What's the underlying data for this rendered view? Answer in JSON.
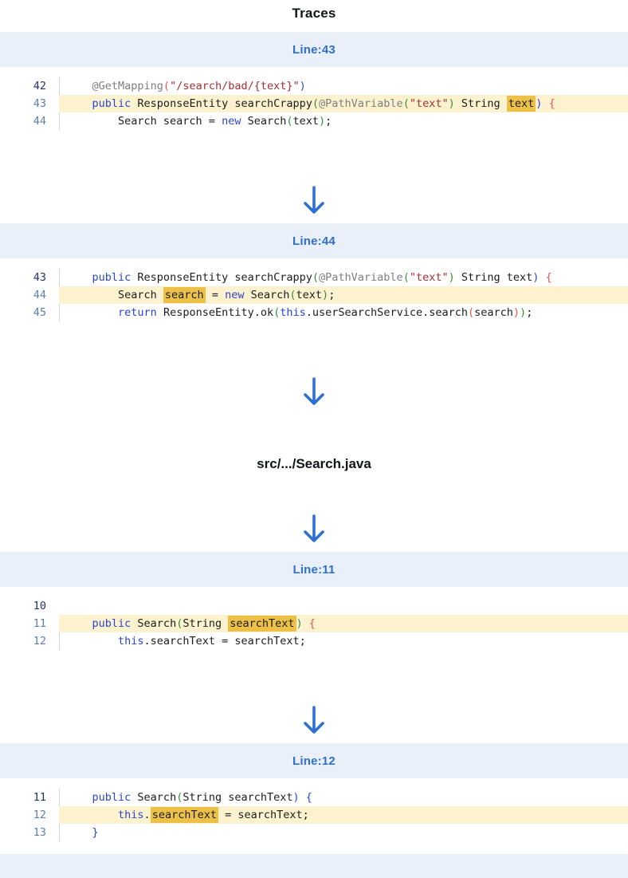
{
  "title": "Traces",
  "colors": {
    "accent_blue": "#2d6fd2",
    "band_bg": "#e9f0f9",
    "row_highlight": "#fcf2cf",
    "token_highlight": "#edc148",
    "keyword": "#2946d2",
    "string": "#a33236",
    "annotation": "#7f7f7f",
    "paren_green": "#3a8f3c",
    "paren_red": "#e4564e",
    "paren_blue": "#2946d2",
    "code_text": "#1c1c1c",
    "gutter_current": "#24355e",
    "gutter_dim": "#5c7fa8"
  },
  "flow": [
    {
      "type": "band",
      "label": "Line:43"
    },
    {
      "type": "code",
      "lines": [
        {
          "num": "42",
          "segments": [
            {
              "t": "    "
            },
            {
              "t": "@GetMapping",
              "c": "ann"
            },
            {
              "t": "(",
              "c": "pr"
            },
            {
              "t": "\"/search/bad/{text}\"",
              "c": "str"
            },
            {
              "t": ")",
              "c": "pb"
            }
          ]
        },
        {
          "num": "43",
          "hl": true,
          "segments": [
            {
              "t": "    "
            },
            {
              "t": "public",
              "c": "kw"
            },
            {
              "t": " ResponseEntity searchCrappy"
            },
            {
              "t": "(",
              "c": "pg"
            },
            {
              "t": "@PathVariable",
              "c": "ann"
            },
            {
              "t": "(",
              "c": "pg"
            },
            {
              "t": "\"text\"",
              "c": "str"
            },
            {
              "t": ")",
              "c": "pg"
            },
            {
              "t": " String "
            },
            {
              "t": "text",
              "m": true
            },
            {
              "t": ")",
              "c": "pb"
            },
            {
              "t": " {",
              "c": "pr"
            }
          ]
        },
        {
          "num": "44",
          "segments": [
            {
              "t": "        Search search = "
            },
            {
              "t": "new",
              "c": "kw"
            },
            {
              "t": " Search"
            },
            {
              "t": "(",
              "c": "pg"
            },
            {
              "t": "text"
            },
            {
              "t": ")",
              "c": "pg"
            },
            {
              "t": ";"
            }
          ]
        }
      ]
    },
    {
      "type": "arrow"
    },
    {
      "type": "band",
      "label": "Line:44"
    },
    {
      "type": "code",
      "lines": [
        {
          "num": "43",
          "segments": [
            {
              "t": "    "
            },
            {
              "t": "public",
              "c": "kw"
            },
            {
              "t": " ResponseEntity searchCrappy"
            },
            {
              "t": "(",
              "c": "pg"
            },
            {
              "t": "@PathVariable",
              "c": "ann"
            },
            {
              "t": "(",
              "c": "pg"
            },
            {
              "t": "\"text\"",
              "c": "str"
            },
            {
              "t": ")",
              "c": "pg"
            },
            {
              "t": " String text"
            },
            {
              "t": ")",
              "c": "pb"
            },
            {
              "t": " {",
              "c": "pr"
            }
          ]
        },
        {
          "num": "44",
          "hl": true,
          "segments": [
            {
              "t": "        Search "
            },
            {
              "t": "search",
              "m": true
            },
            {
              "t": " = "
            },
            {
              "t": "new",
              "c": "kw"
            },
            {
              "t": " Search"
            },
            {
              "t": "(",
              "c": "pg"
            },
            {
              "t": "text"
            },
            {
              "t": ")",
              "c": "pg"
            },
            {
              "t": ";"
            }
          ]
        },
        {
          "num": "45",
          "segments": [
            {
              "t": "        "
            },
            {
              "t": "return",
              "c": "kw"
            },
            {
              "t": " ResponseEntity.ok"
            },
            {
              "t": "(",
              "c": "pg"
            },
            {
              "t": "this",
              "c": "kw"
            },
            {
              "t": ".userSearchService.search"
            },
            {
              "t": "(",
              "c": "pr"
            },
            {
              "t": "search"
            },
            {
              "t": ")",
              "c": "pr"
            },
            {
              "t": ")",
              "c": "pg"
            },
            {
              "t": ";"
            }
          ]
        }
      ]
    },
    {
      "type": "arrow"
    },
    {
      "type": "file",
      "label": "src/.../Search.java"
    },
    {
      "type": "arrow"
    },
    {
      "type": "band",
      "label": "Line:11"
    },
    {
      "type": "code",
      "lines": [
        {
          "num": "10",
          "empty": true,
          "segments": []
        },
        {
          "num": "11",
          "hl": true,
          "segments": [
            {
              "t": "    "
            },
            {
              "t": "public",
              "c": "kw"
            },
            {
              "t": " Search"
            },
            {
              "t": "(",
              "c": "pg"
            },
            {
              "t": "String "
            },
            {
              "t": "searchText",
              "m": true
            },
            {
              "t": ")",
              "c": "pg"
            },
            {
              "t": " {",
              "c": "pr"
            }
          ]
        },
        {
          "num": "12",
          "segments": [
            {
              "t": "        "
            },
            {
              "t": "this",
              "c": "kw"
            },
            {
              "t": ".searchText = searchText;"
            }
          ]
        }
      ]
    },
    {
      "type": "arrow"
    },
    {
      "type": "band",
      "label": "Line:12"
    },
    {
      "type": "code",
      "compact": true,
      "lines": [
        {
          "num": "11",
          "segments": [
            {
              "t": "    "
            },
            {
              "t": "public",
              "c": "kw"
            },
            {
              "t": " Search"
            },
            {
              "t": "(",
              "c": "pg"
            },
            {
              "t": "String searchText"
            },
            {
              "t": ")",
              "c": "pb"
            },
            {
              "t": " {",
              "c": "pb"
            }
          ]
        },
        {
          "num": "12",
          "hl": true,
          "segments": [
            {
              "t": "        "
            },
            {
              "t": "this",
              "c": "kw"
            },
            {
              "t": "."
            },
            {
              "t": "searchText",
              "m": true
            },
            {
              "t": " = searchText;"
            }
          ]
        },
        {
          "num": "13",
          "segments": [
            {
              "t": "    "
            },
            {
              "t": "}",
              "c": "pb"
            }
          ]
        }
      ]
    },
    {
      "type": "band_partial"
    }
  ]
}
